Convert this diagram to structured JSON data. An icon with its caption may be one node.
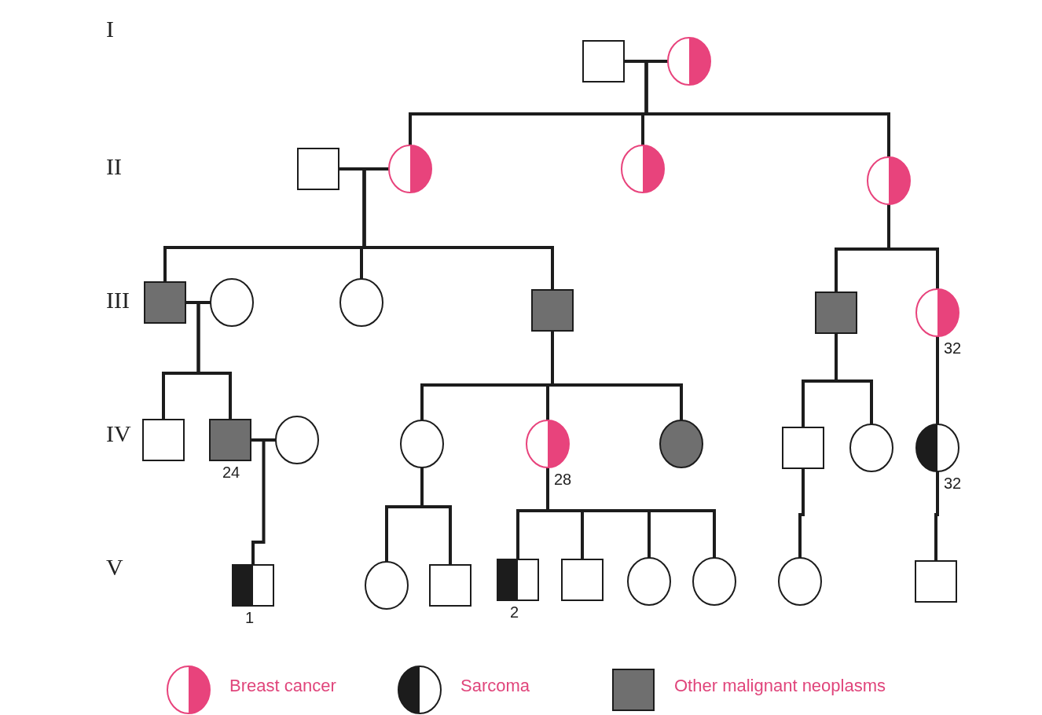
{
  "diagram": {
    "nodes": [
      {
        "text": [],
        "shape": "box"
      },
      {
        "text": [],
        "shape": "circle"
      },
      {
        "text": [],
        "shape": "box"
      },
      {
        "text": [],
        "shape": "circle"
      },
      {
        "text": [],
        "shape": "circle"
      },
      {
        "text": [],
        "shape": "circle"
      },
      {
        "text": [],
        "shape": "box"
      },
      {
        "text": [],
        "shape": "circle"
      },
      {
        "text": [],
        "shape": "circle"
      },
      {
        "text": [],
        "shape": "box"
      },
      {
        "text": [],
        "shape": "box"
      },
      {
        "text": [],
        "shape": "circle",
        "beside": [
          "32"
        ]
      },
      {
        "text": [],
        "shape": "box"
      },
      {
        "text": [],
        "shape": "box",
        "beside": [
          "24"
        ]
      },
      {
        "text": [],
        "shape": "circle"
      },
      {
        "text": [],
        "shape": "circle"
      },
      {
        "text": [],
        "shape": "circle",
        "beside": [
          "28"
        ]
      },
      {
        "text": [],
        "shape": "circle"
      },
      {
        "text": [],
        "shape": "box"
      },
      {
        "text": [],
        "shape": "circle"
      },
      {
        "text": [],
        "shape": "circle",
        "beside": [
          "32"
        ]
      },
      {
        "text": [],
        "shape": "box",
        "beside": [
          "1"
        ]
      },
      {
        "text": [],
        "shape": "circle"
      },
      {
        "text": [],
        "shape": "box"
      },
      {
        "text": [],
        "shape": "box",
        "beside": [
          "2"
        ]
      },
      {
        "text": [],
        "shape": "box"
      },
      {
        "text": [],
        "shape": "circle"
      },
      {
        "text": [],
        "shape": "circle"
      },
      {
        "text": [],
        "shape": "circle"
      },
      {
        "text": [],
        "shape": "box"
      }
    ],
    "edges": [
      {
        "from": 0,
        "to": 1,
        "arrow": "none"
      },
      {
        "from": 0,
        "to": 3,
        "arrow": "none"
      },
      {
        "from": 1,
        "to": 3,
        "arrow": "none"
      },
      {
        "from": 0,
        "to": 4,
        "arrow": "none"
      },
      {
        "from": 1,
        "to": 4,
        "arrow": "none"
      },
      {
        "from": 0,
        "to": 5,
        "arrow": "none"
      },
      {
        "from": 1,
        "to": 5,
        "arrow": "none"
      },
      {
        "from": 2,
        "to": 3,
        "arrow": "none"
      },
      {
        "from": 2,
        "to": 6,
        "arrow": "none"
      },
      {
        "from": 3,
        "to": 6,
        "arrow": "none"
      },
      {
        "from": 2,
        "to": 8,
        "arrow": "none"
      },
      {
        "from": 3,
        "to": 8,
        "arrow": "none"
      },
      {
        "from": 2,
        "to": 9,
        "arrow": "none"
      },
      {
        "from": 3,
        "to": 9,
        "arrow": "none"
      },
      {
        "from": 5,
        "to": 10,
        "arrow": "none"
      },
      {
        "from": 5,
        "to": 11,
        "arrow": "none"
      },
      {
        "from": 6,
        "to": 7,
        "arrow": "none"
      },
      {
        "from": 6,
        "to": 12,
        "arrow": "none"
      },
      {
        "from": 7,
        "to": 12,
        "arrow": "none"
      },
      {
        "from": 6,
        "to": 13,
        "arrow": "none"
      },
      {
        "from": 7,
        "to": 13,
        "arrow": "none"
      },
      {
        "from": 9,
        "to": 15,
        "arrow": "none"
      },
      {
        "from": 9,
        "to": 16,
        "arrow": "none"
      },
      {
        "from": 9,
        "to": 17,
        "arrow": "none"
      },
      {
        "from": 10,
        "to": 18,
        "arrow": "none"
      },
      {
        "from": 10,
        "to": 19,
        "arrow": "none"
      },
      {
        "from": 11,
        "to": 20,
        "arrow": "none"
      },
      {
        "from": 13,
        "to": 14,
        "arrow": "none"
      },
      {
        "from": 13,
        "to": 21,
        "arrow": "none"
      },
      {
        "from": 14,
        "to": 21,
        "arrow": "none"
      },
      {
        "from": 15,
        "to": 22,
        "arrow": "none"
      },
      {
        "from": 15,
        "to": 23,
        "arrow": "none"
      },
      {
        "from": 16,
        "to": 24,
        "arrow": "none"
      },
      {
        "from": 16,
        "to": 25,
        "arrow": "none"
      },
      {
        "from": 16,
        "to": 26,
        "arrow": "none"
      },
      {
        "from": 16,
        "to": 27,
        "arrow": "none"
      },
      {
        "from": 18,
        "to": 28,
        "arrow": "none"
      },
      {
        "from": 20,
        "to": 29,
        "arrow": "none"
      }
    ],
    "labels": [
      "I",
      "II",
      "III",
      "IV",
      "V"
    ],
    "legend": [
      {
        "text": "Breast cancer"
      },
      {
        "text": "Sarcoma"
      },
      {
        "text": "Other malignant neoplasms"
      }
    ]
  }
}
